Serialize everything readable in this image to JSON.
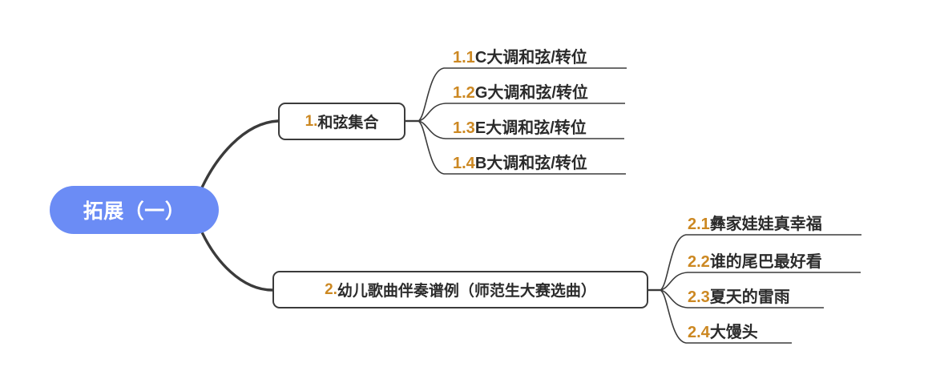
{
  "diagram": {
    "type": "mind-map",
    "title": "拓展（一）",
    "colors": {
      "root_fill": "#6b8cf5",
      "root_text": "#ffffff",
      "number": "#cc8822",
      "label_text": "#2b2b2b",
      "connector": "#3b3b3b",
      "underline": "#555555",
      "background": "#ffffff"
    },
    "root": {
      "label": "拓展（一）"
    },
    "branches": [
      {
        "number": "1.",
        "label": "和弦集合",
        "children": [
          {
            "number": "1.1",
            "label": " C大调和弦/转位"
          },
          {
            "number": "1.2",
            "label": "G大调和弦/转位"
          },
          {
            "number": "1.3",
            "label": " E大调和弦/转位"
          },
          {
            "number": "1.4",
            "label": " B大调和弦/转位"
          }
        ]
      },
      {
        "number": "2.",
        "label": " 幼儿歌曲伴奏谱例（师范生大赛选曲）",
        "children": [
          {
            "number": "2.1",
            "label": " 彝家娃娃真幸福"
          },
          {
            "number": "2.2",
            "label": " 谁的尾巴最好看"
          },
          {
            "number": "2.3",
            "label": " 夏天的雷雨"
          },
          {
            "number": "2.4",
            "label": " 大馒头"
          }
        ]
      }
    ]
  }
}
